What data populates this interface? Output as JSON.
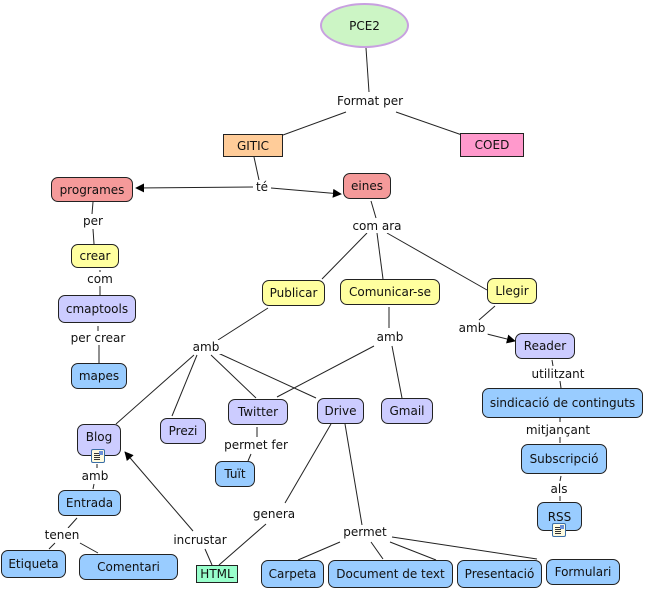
{
  "colors": {
    "root": "#ccf5c5",
    "org_gitic": "#ffcc99",
    "org_coed": "#ff99cc",
    "red": "#f59a9a",
    "yellow": "#ffff9f",
    "lavender": "#ccccff",
    "blue": "#99ccff",
    "green_tag": "#99ffcc"
  },
  "concepts": {
    "pce2": "PCE2",
    "gitic": "GITIC",
    "coed": "COED",
    "programes": "programes",
    "eines": "eines",
    "crear": "crear",
    "cmaptools": "cmaptools",
    "mapes": "mapes",
    "publicar": "Publicar",
    "comunicarse": "Comunicar-se",
    "llegir": "Llegir",
    "reader": "Reader",
    "sindicacio": "sindicació de continguts",
    "subscripcio": "Subscripció",
    "rss": "RSS",
    "blog": "Blog",
    "prezi": "Prezi",
    "twitter": "Twitter",
    "drive": "Drive",
    "gmail": "Gmail",
    "tuit": "Tuït",
    "entrada": "Entrada",
    "etiqueta": "Etiqueta",
    "comentari": "Comentari",
    "html": "HTML",
    "carpeta": "Carpeta",
    "document": "Document de text",
    "presentacio": "Presentació",
    "formulari": "Formulari"
  },
  "links": {
    "format_per": "Format per",
    "te": "té",
    "per": "per",
    "com": "com",
    "per_crear": "per crear",
    "com_ara": "com ara",
    "amb_publicar": "amb",
    "amb_comunicar": "amb",
    "amb_llegir": "amb",
    "utilitzant": "utilitzant",
    "mitjancant": "mitjançant",
    "als": "als",
    "permet_fer": "permet fer",
    "amb_blog": "amb",
    "tenen": "tenen",
    "incrustar": "incrustar",
    "genera": "genera",
    "permet": "permet"
  }
}
